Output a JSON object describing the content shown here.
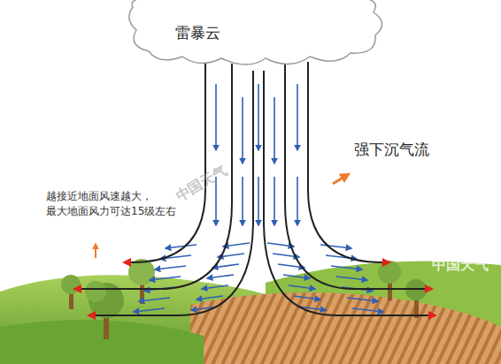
{
  "diagram": {
    "nodes": [
      {
        "text": [
          "雷暴云"
        ]
      }
    ],
    "edges": [],
    "labels": [
      "强下沉气流",
      "越接近地面风速越大， 最大地面风力可达15级左右",
      "中国天气",
      "中国天气"
    ]
  }
}
